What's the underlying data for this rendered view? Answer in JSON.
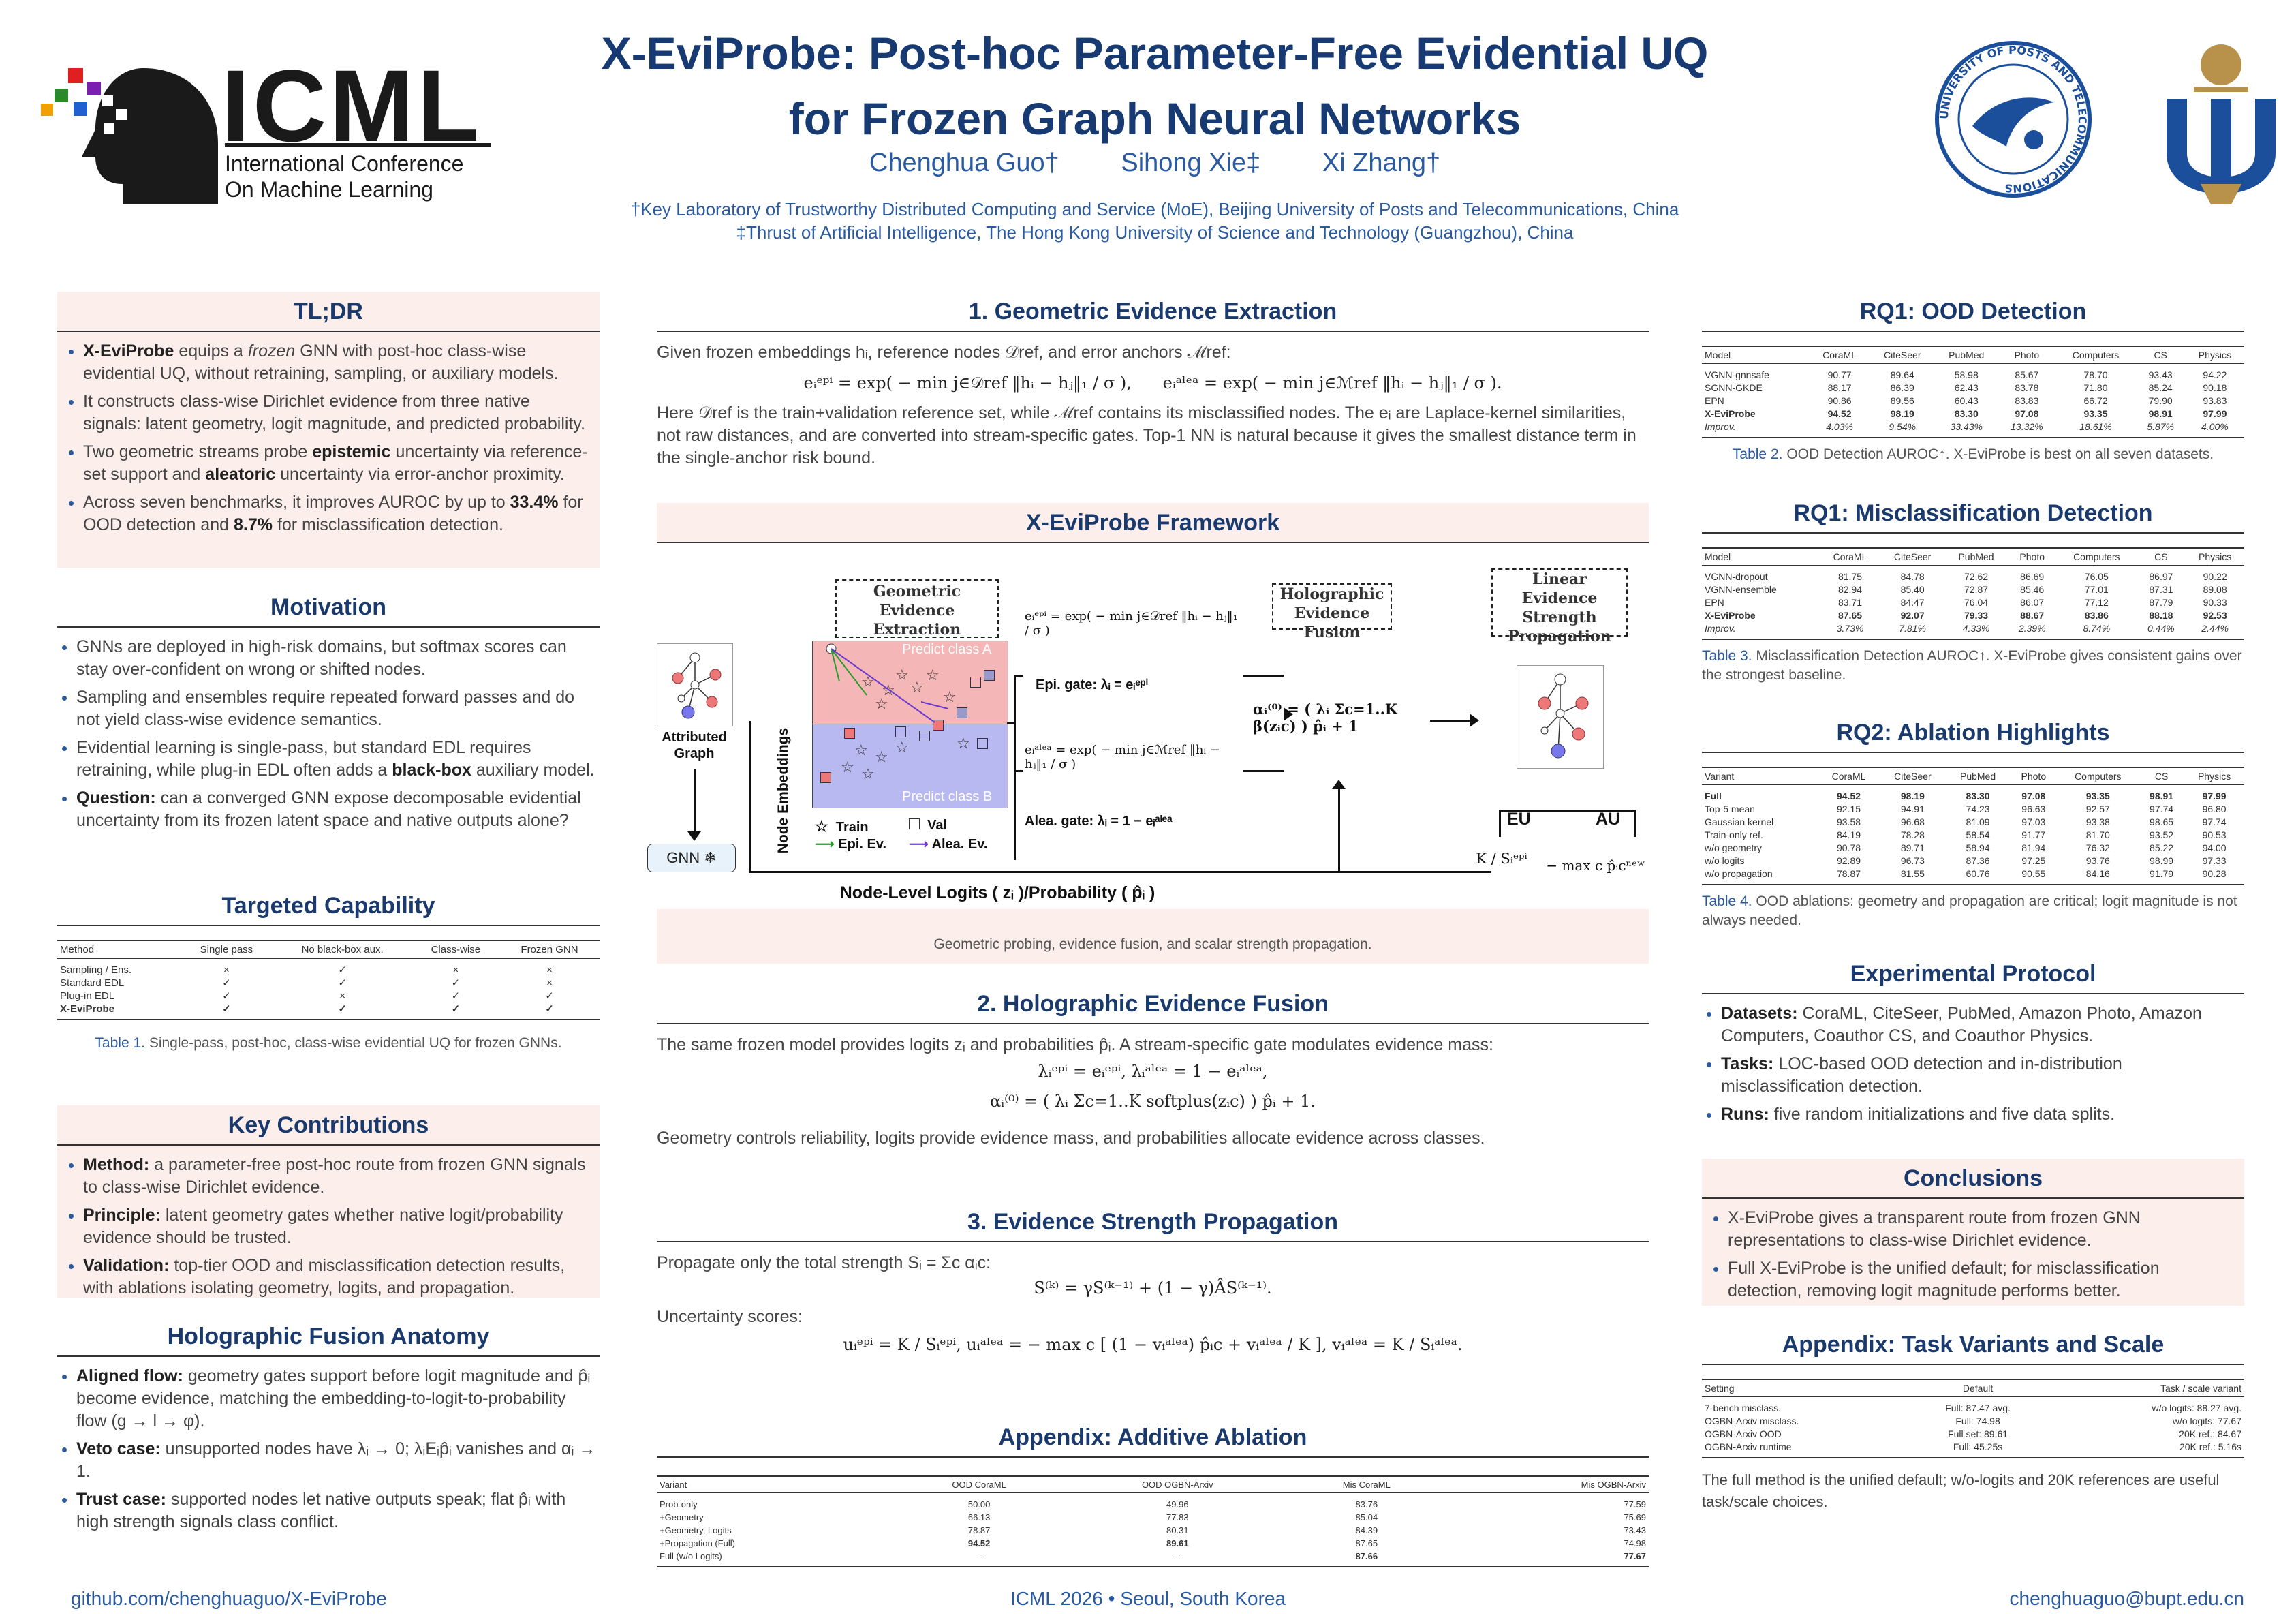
{
  "header": {
    "title_line1": "X-EviProbe: Post-hoc Parameter-Free Evidential UQ",
    "title_line2": "for Frozen Graph Neural Networks",
    "authors": [
      "Chenghua Guo†",
      "Sihong Xie‡",
      "Xi Zhang†"
    ],
    "affil1": "†Key Laboratory of Trustworthy Distributed Computing and Service (MoE), Beijing University of Posts and Telecommunications, China",
    "affil2": "‡Thrust of Artificial Intelligence, The Hong Kong University of Science and Technology (Guangzhou), China",
    "icml_logo": "ICML",
    "icml_sub1": "International Conference",
    "icml_sub2": "On Machine Learning",
    "seal_text": "UNIVERSITY OF POSTS AND TELECOMMUNICATIONS"
  },
  "tldr": {
    "heading": "TL;DR",
    "items": [
      "X-EviProbe equips a frozen GNN with post-hoc class-wise evidential UQ, without retraining, sampling, or auxiliary models.",
      "It constructs class-wise Dirichlet evidence from three native signals: latent geometry, logit magnitude, and predicted probability.",
      "Two geometric streams probe epistemic uncertainty via reference-set support and aleatoric uncertainty via error-anchor proximity.",
      "Across seven benchmarks, it improves AUROC by up to 33.4% for OOD detection and 8.7% for misclassification detection."
    ]
  },
  "motivation": {
    "heading": "Motivation",
    "items": [
      "GNNs are deployed in high-risk domains, but softmax scores can stay over-confident on wrong or shifted nodes.",
      "Sampling and ensembles require repeated forward passes and do not yield class-wise evidence semantics.",
      "Evidential learning is single-pass, but standard EDL requires retraining, while plug-in EDL often adds a black-box auxiliary model.",
      "Question: can a converged GNN expose decomposable evidential uncertainty from its frozen latent space and native outputs alone?"
    ]
  },
  "capability": {
    "heading": "Targeted Capability",
    "columns": [
      "Method",
      "Single pass",
      "No black-box aux.",
      "Class-wise",
      "Frozen GNN"
    ],
    "rows": [
      [
        "Sampling / Ens.",
        "×",
        "✓",
        "×",
        "×"
      ],
      [
        "Standard EDL",
        "✓",
        "✓",
        "✓",
        "×"
      ],
      [
        "Plug-in EDL",
        "✓",
        "×",
        "✓",
        "✓"
      ],
      [
        "X-EviProbe",
        "✓",
        "✓",
        "✓",
        "✓"
      ]
    ],
    "caption_label": "Table 1.",
    "caption": "Single-pass, post-hoc, class-wise evidential UQ for frozen GNNs."
  },
  "contributions": {
    "heading": "Key Contributions",
    "items": [
      {
        "k": "Method:",
        "v": "a parameter-free post-hoc route from frozen GNN signals to class-wise Dirichlet evidence."
      },
      {
        "k": "Principle:",
        "v": "latent geometry gates whether native logit/probability evidence should be trusted."
      },
      {
        "k": "Validation:",
        "v": "top-tier OOD and misclassification detection results, with ablations isolating geometry, logits, and propagation."
      }
    ]
  },
  "anatomy": {
    "heading": "Holographic Fusion Anatomy",
    "items": [
      {
        "k": "Aligned flow:",
        "v": "geometry gates support before logit magnitude and p̂ᵢ become evidence, matching the embedding-to-logit-to-probability flow (g → l → φ)."
      },
      {
        "k": "Veto case:",
        "v": "unsupported nodes have λᵢ → 0; λᵢEᵢp̂ᵢ vanishes and αᵢ → 1."
      },
      {
        "k": "Trust case:",
        "v": "supported nodes let native outputs speak; flat p̂ᵢ with high strength signals class conflict."
      }
    ]
  },
  "geo": {
    "heading": "1. Geometric Evidence Extraction",
    "intro": "Given frozen embeddings hᵢ, reference nodes 𝒟ref, and error anchors ℳref:",
    "eq1": "eᵢᵉᵖⁱ = exp( − min j∈𝒟ref ‖hᵢ − hⱼ‖₁ / σ ),",
    "eq2": "eᵢᵃˡᵉᵃ = exp( − min j∈ℳref ‖hᵢ − hⱼ‖₁ / σ ).",
    "text": "Here 𝒟ref is the train+validation reference set, while ℳref contains its misclassified nodes. The eᵢ are Laplace-kernel similarities, not raw distances, and are converted into stream-specific gates. Top-1 NN is natural because it gives the smallest distance term in the single-anchor risk bound."
  },
  "framework": {
    "heading": "X-EviProbe Framework",
    "box_geo": "Geometric Evidence Extraction",
    "box_holo": "Holographic Evidence Fusion",
    "box_lin": "Linear Evidence Strength Propagation",
    "pred_a": "Predict class A",
    "pred_b": "Predict class B",
    "attr_graph": "Attributed Graph",
    "gnn": "GNN ❄",
    "node_emb": "Node Embeddings",
    "legend_train": "Train",
    "legend_val": "Val",
    "legend_epi": "Epi. Ev.",
    "legend_alea": "Alea. Ev.",
    "epi_eq": "eᵢᵉᵖⁱ = exp( − min j∈𝒟ref ‖hᵢ − hⱼ‖₁ / σ )",
    "epi_gate": "Epi. gate: λᵢ = eᵢᵉᵖⁱ",
    "alea_eq": "eᵢᵃˡᵉᵃ = exp( − min j∈ℳref ‖hᵢ − hⱼ‖₁ / σ )",
    "alea_gate": "Alea. gate: λᵢ = 1 − eᵢᵃˡᵉᵃ",
    "alpha_eq": "αᵢ⁽⁰⁾ = ( λᵢ Σc=1..K β(zᵢc) ) p̂ᵢ + 1",
    "logits_label": "Node-Level Logits ( zᵢ )/Probability ( p̂ᵢ )",
    "eu": "EU",
    "au": "AU",
    "eu_eq": "K / Sᵢᵉᵖⁱ",
    "au_eq": "− max c p̂ᵢcⁿᵉʷ",
    "caption": "Geometric probing, evidence fusion, and scalar strength propagation."
  },
  "holo": {
    "heading": "2. Holographic Evidence Fusion",
    "intro": "The same frozen model provides logits zᵢ and probabilities p̂ᵢ. A stream-specific gate modulates evidence mass:",
    "eq1": "λᵢᵉᵖⁱ = eᵢᵉᵖⁱ,        λᵢᵃˡᵉᵃ = 1 − eᵢᵃˡᵉᵃ,",
    "eq2": "αᵢ⁽⁰⁾ = ( λᵢ Σc=1..K softplus(zᵢc) ) p̂ᵢ + 1.",
    "text": "Geometry controls reliability, logits provide evidence mass, and probabilities allocate evidence across classes."
  },
  "prop": {
    "heading": "3. Evidence Strength Propagation",
    "intro": "Propagate only the total strength Sᵢ = Σc αᵢc:",
    "eq1": "S⁽ᵏ⁾ = γS⁽ᵏ⁻¹⁾ + (1 − γ)ÂS⁽ᵏ⁻¹⁾.",
    "scores": "Uncertainty scores:",
    "eq2": "uᵢᵉᵖⁱ = K / Sᵢᵉᵖⁱ,      uᵢᵃˡᵉᵃ = − max c [ (1 − vᵢᵃˡᵉᵃ) p̂ᵢc + vᵢᵃˡᵉᵃ / K ],    vᵢᵃˡᵉᵃ = K / Sᵢᵃˡᵉᵃ."
  },
  "add_ablation": {
    "heading": "Appendix: Additive Ablation",
    "columns": [
      "Variant",
      "OOD CoraML",
      "OOD OGBN-Arxiv",
      "Mis CoraML",
      "Mis OGBN-Arxiv"
    ],
    "rows": [
      [
        "Prob-only",
        "50.00",
        "49.96",
        "83.76",
        "77.59"
      ],
      [
        "+Geometry",
        "66.13",
        "77.83",
        "85.04",
        "75.69"
      ],
      [
        "+Geometry, Logits",
        "78.87",
        "80.31",
        "84.39",
        "73.43"
      ],
      [
        "+Propagation (Full)",
        "94.52",
        "89.61",
        "87.65",
        "74.98"
      ],
      [
        "Full (w/o Logits)",
        "–",
        "–",
        "87.66",
        "77.67"
      ]
    ]
  },
  "rq1_ood": {
    "heading": "RQ1: OOD Detection",
    "columns": [
      "Model",
      "CoraML",
      "CiteSeer",
      "PubMed",
      "Photo",
      "Computers",
      "CS",
      "Physics"
    ],
    "rows": [
      [
        "VGNN-gnnsafe",
        "90.77",
        "89.64",
        "58.98",
        "85.67",
        "78.70",
        "93.43",
        "94.22"
      ],
      [
        "SGNN-GKDE",
        "88.17",
        "86.39",
        "62.43",
        "83.78",
        "71.80",
        "85.24",
        "90.18"
      ],
      [
        "EPN",
        "90.86",
        "89.56",
        "60.43",
        "83.83",
        "66.72",
        "79.90",
        "93.83"
      ],
      [
        "X-EviProbe",
        "94.52",
        "98.19",
        "83.30",
        "97.08",
        "93.35",
        "98.91",
        "97.99"
      ],
      [
        "Improv.",
        "4.03%",
        "9.54%",
        "33.43%",
        "13.32%",
        "18.61%",
        "5.87%",
        "4.00%"
      ]
    ],
    "caption_label": "Table 2.",
    "caption": "OOD Detection AUROC↑. X-EviProbe is best on all seven datasets."
  },
  "rq1_mis": {
    "heading": "RQ1: Misclassification Detection",
    "columns": [
      "Model",
      "CoraML",
      "CiteSeer",
      "PubMed",
      "Photo",
      "Computers",
      "CS",
      "Physics"
    ],
    "rows": [
      [
        "VGNN-dropout",
        "81.75",
        "84.78",
        "72.62",
        "86.69",
        "76.05",
        "86.97",
        "90.22"
      ],
      [
        "VGNN-ensemble",
        "82.94",
        "85.40",
        "72.87",
        "85.46",
        "77.01",
        "87.31",
        "89.08"
      ],
      [
        "EPN",
        "83.71",
        "84.47",
        "76.04",
        "86.07",
        "77.12",
        "87.79",
        "90.33"
      ],
      [
        "X-EviProbe",
        "87.65",
        "92.07",
        "79.33",
        "88.67",
        "83.86",
        "88.18",
        "92.53"
      ],
      [
        "Improv.",
        "3.73%",
        "7.81%",
        "4.33%",
        "2.39%",
        "8.74%",
        "0.44%",
        "2.44%"
      ]
    ],
    "caption_label": "Table 3.",
    "caption": "Misclassification Detection AUROC↑. X-EviProbe gives consistent gains over the strongest baseline."
  },
  "rq2": {
    "heading": "RQ2: Ablation Highlights",
    "columns": [
      "Variant",
      "CoraML",
      "CiteSeer",
      "PubMed",
      "Photo",
      "Computers",
      "CS",
      "Physics"
    ],
    "rows": [
      [
        "Full",
        "94.52",
        "98.19",
        "83.30",
        "97.08",
        "93.35",
        "98.91",
        "97.99"
      ],
      [
        "Top-5 mean",
        "92.15",
        "94.91",
        "74.23",
        "96.63",
        "92.57",
        "97.74",
        "96.80"
      ],
      [
        "Gaussian kernel",
        "93.58",
        "96.68",
        "81.09",
        "97.03",
        "93.38",
        "98.65",
        "97.74"
      ],
      [
        "Train-only ref.",
        "84.19",
        "78.28",
        "58.54",
        "91.77",
        "81.70",
        "93.52",
        "90.53"
      ],
      [
        "w/o geometry",
        "90.78",
        "89.71",
        "58.94",
        "81.94",
        "76.32",
        "85.22",
        "94.00"
      ],
      [
        "w/o logits",
        "92.89",
        "96.73",
        "87.36",
        "97.25",
        "93.76",
        "98.99",
        "97.33"
      ],
      [
        "w/o propagation",
        "78.87",
        "81.55",
        "60.76",
        "90.55",
        "84.16",
        "91.79",
        "90.28"
      ]
    ],
    "caption_label": "Table 4.",
    "caption": "OOD ablations: geometry and propagation are critical; logit magnitude is not always needed."
  },
  "protocol": {
    "heading": "Experimental Protocol",
    "items": [
      {
        "k": "Datasets:",
        "v": "CoraML, CiteSeer, PubMed, Amazon Photo, Amazon Computers, Coauthor CS, and Coauthor Physics."
      },
      {
        "k": "Tasks:",
        "v": "LOC-based OOD detection and in-distribution misclassification detection."
      },
      {
        "k": "Runs:",
        "v": "five random initializations and five data splits."
      }
    ]
  },
  "conclusions": {
    "heading": "Conclusions",
    "items": [
      "X-EviProbe gives a transparent route from frozen GNN representations to class-wise Dirichlet evidence.",
      "Full X-EviProbe is the unified default; for misclassification detection, removing logit magnitude performs better."
    ]
  },
  "appendix_tasks": {
    "heading": "Appendix: Task Variants and Scale",
    "columns": [
      "Setting",
      "Default",
      "Task / scale variant"
    ],
    "rows": [
      [
        "7-bench misclass.",
        "Full: 87.47 avg.",
        "w/o logits: 88.27 avg."
      ],
      [
        "OGBN-Arxiv misclass.",
        "Full: 74.98",
        "w/o logits: 77.67"
      ],
      [
        "OGBN-Arxiv OOD",
        "Full set: 89.61",
        "20K ref.: 84.67"
      ],
      [
        "OGBN-Arxiv runtime",
        "Full: 45.25s",
        "20K ref.: 5.16s"
      ]
    ],
    "text": "The full method is the unified default; w/o-logits and 20K references are useful task/scale choices."
  },
  "footer": {
    "left": "github.com/chenghuaguo/X-EviProbe",
    "center": "ICML 2026 • Seoul, South Korea",
    "right": "chenghuaguo@bupt.edu.cn"
  },
  "colors": {
    "navy": "#1a3a6e",
    "accent_blue": "#2a5aa0",
    "pink_bg": "#fcefeb",
    "class_a": "#f4b6b6",
    "class_b": "#b9b9f2"
  }
}
